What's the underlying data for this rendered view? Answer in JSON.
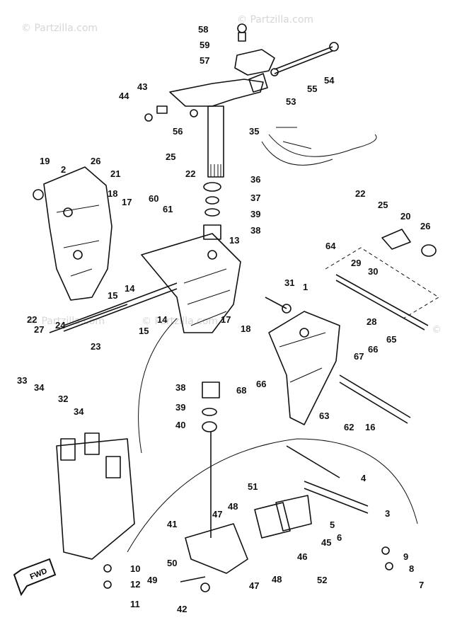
{
  "watermark": "© Partzilla.com",
  "badge_fwd": "FWD",
  "callouts": [
    "58",
    "59",
    "57",
    "54",
    "55",
    "53",
    "43",
    "44",
    "56",
    "35",
    "26",
    "25",
    "21",
    "22",
    "19",
    "2",
    "36",
    "37",
    "39",
    "38",
    "60",
    "61",
    "18",
    "17",
    "13",
    "14",
    "15",
    "22",
    "25",
    "20",
    "26",
    "64",
    "29",
    "30",
    "31",
    "1",
    "28",
    "22",
    "27",
    "24",
    "23",
    "33",
    "34",
    "32",
    "34",
    "15",
    "14",
    "17",
    "18",
    "65",
    "66",
    "67",
    "68",
    "66",
    "63",
    "62",
    "16",
    "38",
    "39",
    "40",
    "4",
    "3",
    "5",
    "6",
    "9",
    "8",
    "7",
    "51",
    "48",
    "47",
    "41",
    "46",
    "45",
    "10",
    "12",
    "11",
    "50",
    "49",
    "42",
    "47",
    "48",
    "52"
  ]
}
